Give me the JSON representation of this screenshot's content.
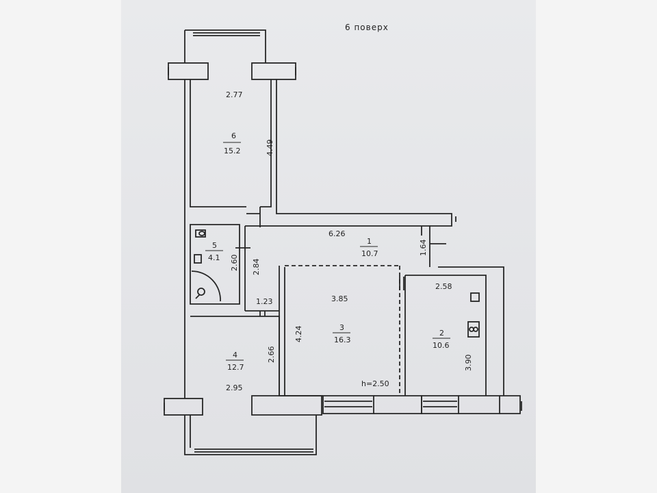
{
  "title": "6  поверх",
  "rooms": [
    {
      "id": "6",
      "number": "6",
      "area": "15.2",
      "width": "2.77",
      "length": "4.49"
    },
    {
      "id": "5",
      "number": "5",
      "area": "4.1",
      "width": "1.23",
      "length": "2.60"
    },
    {
      "id": "1",
      "number": "1",
      "area": "10.7",
      "width": "6.26",
      "length": "1.64",
      "extra": "2.84"
    },
    {
      "id": "3",
      "number": "3",
      "area": "16.3",
      "width": "3.85",
      "length": "4.24",
      "height": "h=2.50"
    },
    {
      "id": "2",
      "number": "2",
      "area": "10.6",
      "width": "2.58",
      "length": "3.90"
    },
    {
      "id": "4",
      "number": "4",
      "area": "12.7",
      "width": "2.95",
      "length": "2.66"
    }
  ],
  "colors": {
    "line": "#262626",
    "paper": "#e6e7ea"
  }
}
